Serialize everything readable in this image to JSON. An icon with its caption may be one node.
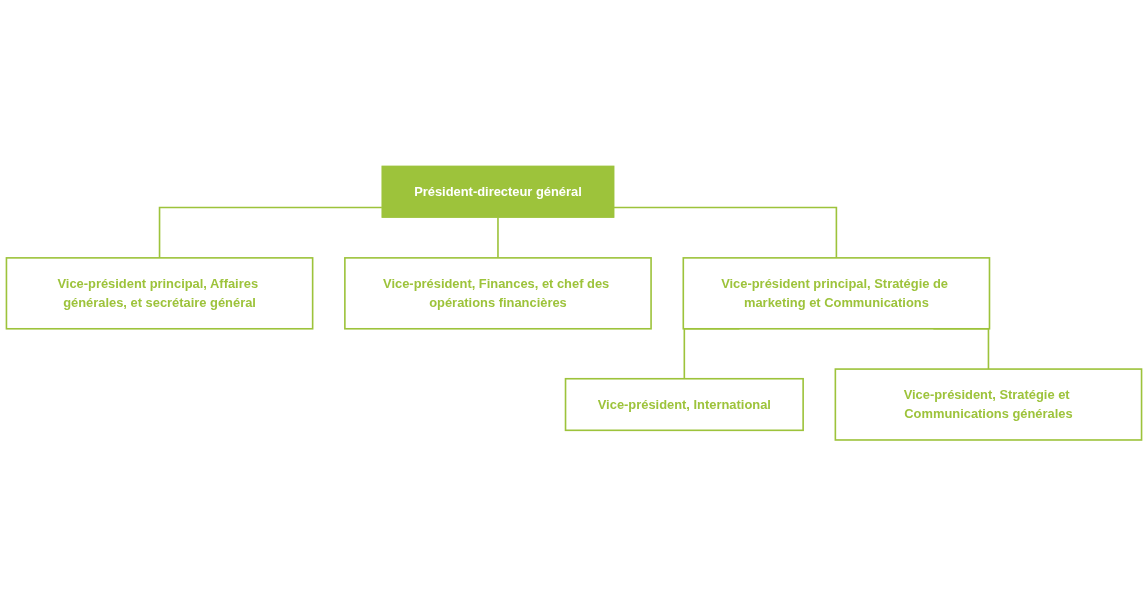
{
  "diagram": {
    "nodes": [
      {
        "text": [
          "Président-directeur général"
        ]
      },
      {
        "text": [
          "Vice-président principal, Affaires générales, et secrétaire général"
        ]
      },
      {
        "text": [
          "Vice-président, Finances, et chef des opérations financières"
        ]
      },
      {
        "text": [
          "Vice-président principal, Stratégie de marketing et Communications"
        ]
      },
      {
        "text": [
          "Vice-président, International"
        ]
      },
      {
        "text": [
          "Vice-président, Stratégie et Communications générales"
        ]
      }
    ],
    "edges": [
      {
        "from": 0,
        "to": 1,
        "arrow": "none"
      },
      {
        "from": 0,
        "to": 2,
        "arrow": "none"
      },
      {
        "from": 0,
        "to": 3,
        "arrow": "none"
      },
      {
        "from": 3,
        "to": 4,
        "arrow": "none"
      },
      {
        "from": 3,
        "to": 5,
        "arrow": "none"
      }
    ]
  }
}
